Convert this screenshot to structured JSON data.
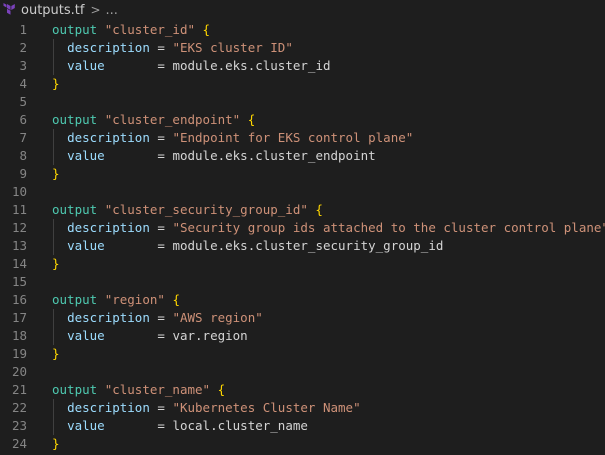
{
  "breadcrumb": {
    "icon": "terraform-icon",
    "file": "outputs.tf",
    "separator": ">",
    "more": "..."
  },
  "colors": {
    "background": "#1e1e1e",
    "line_number": "#858585",
    "keyword": "#4ec9b0",
    "string": "#ce9178",
    "attribute": "#9cdcfe",
    "brace": "#ffd700",
    "icon": "#7b42bc"
  },
  "lines": [
    {
      "n": "1",
      "kw": "output",
      "name": "\"cluster_id\"",
      "brace": "{"
    },
    {
      "n": "2",
      "attr": "description",
      "pad": " ",
      "eq": "=",
      "str": "\"EKS cluster ID\""
    },
    {
      "n": "3",
      "attr": "value",
      "pad": "       ",
      "eq": "=",
      "expr": "module.eks.cluster_id"
    },
    {
      "n": "4",
      "brace": "}"
    },
    {
      "n": "5"
    },
    {
      "n": "6",
      "kw": "output",
      "name": "\"cluster_endpoint\"",
      "brace": "{"
    },
    {
      "n": "7",
      "attr": "description",
      "pad": " ",
      "eq": "=",
      "str": "\"Endpoint for EKS control plane\""
    },
    {
      "n": "8",
      "attr": "value",
      "pad": "       ",
      "eq": "=",
      "expr": "module.eks.cluster_endpoint"
    },
    {
      "n": "9",
      "brace": "}"
    },
    {
      "n": "10"
    },
    {
      "n": "11",
      "kw": "output",
      "name": "\"cluster_security_group_id\"",
      "brace": "{"
    },
    {
      "n": "12",
      "attr": "description",
      "pad": " ",
      "eq": "=",
      "str": "\"Security group ids attached to the cluster control plane\""
    },
    {
      "n": "13",
      "attr": "value",
      "pad": "       ",
      "eq": "=",
      "expr": "module.eks.cluster_security_group_id"
    },
    {
      "n": "14",
      "brace": "}"
    },
    {
      "n": "15"
    },
    {
      "n": "16",
      "kw": "output",
      "name": "\"region\"",
      "brace": "{"
    },
    {
      "n": "17",
      "attr": "description",
      "pad": " ",
      "eq": "=",
      "str": "\"AWS region\""
    },
    {
      "n": "18",
      "attr": "value",
      "pad": "       ",
      "eq": "=",
      "expr": "var.region"
    },
    {
      "n": "19",
      "brace": "}"
    },
    {
      "n": "20"
    },
    {
      "n": "21",
      "kw": "output",
      "name": "\"cluster_name\"",
      "brace": "{"
    },
    {
      "n": "22",
      "attr": "description",
      "pad": " ",
      "eq": "=",
      "str": "\"Kubernetes Cluster Name\""
    },
    {
      "n": "23",
      "attr": "value",
      "pad": "       ",
      "eq": "=",
      "expr": "local.cluster_name"
    },
    {
      "n": "24",
      "brace": "}"
    }
  ]
}
